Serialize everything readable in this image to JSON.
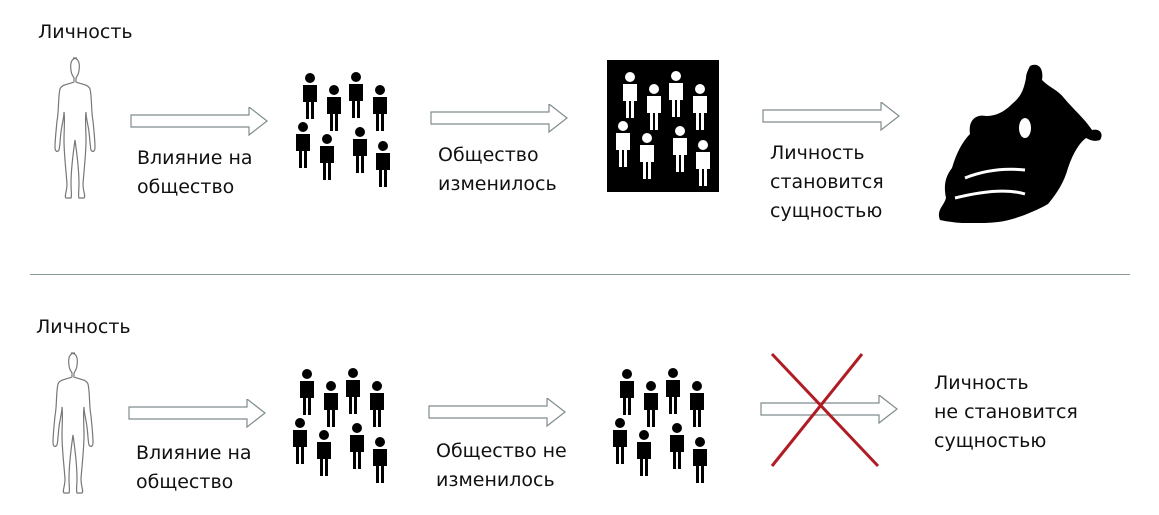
{
  "rows": [
    {
      "title": "Личность",
      "step1": "Влияние на\nобщество",
      "step2": "Общество\nизменилось",
      "step3": "Личность\nстановится\nсущностью",
      "outcome": "entity"
    },
    {
      "title": "Личность",
      "step1": "Влияние на\nобщество",
      "step2": "Общество не\nизменилось",
      "step3": "Личность\nне становится\nсущностью",
      "outcome": "crossed"
    }
  ],
  "colors": {
    "cross": "#b01c24",
    "arrow_stroke": "#7f8c8d",
    "divider": "#8a9a96"
  }
}
